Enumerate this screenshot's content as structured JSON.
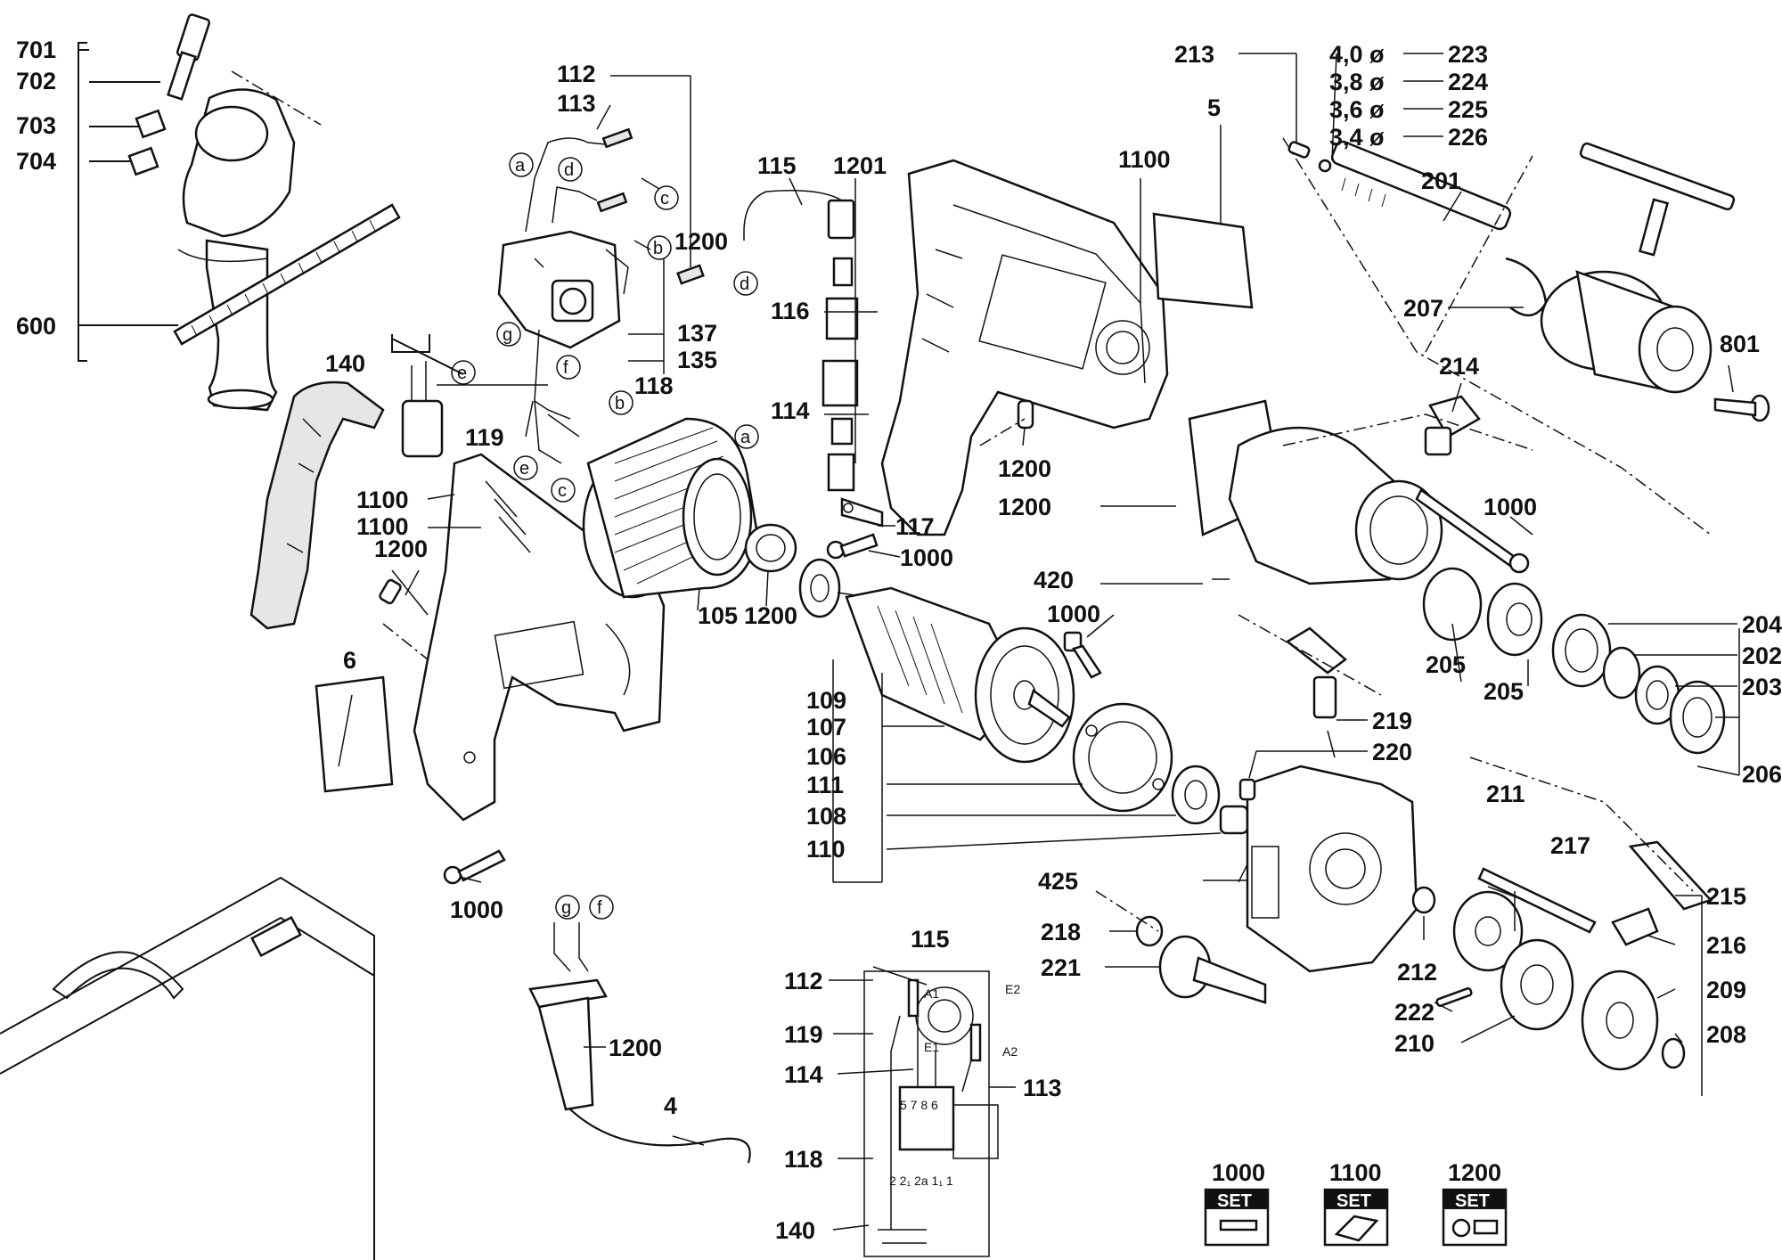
{
  "parts": {
    "p701": "701",
    "p702": "702",
    "p703": "703",
    "p704": "704",
    "p600": "600",
    "p112a": "112",
    "p113a": "113",
    "p1200a": "1200",
    "p137": "137",
    "p135": "135",
    "p118a": "118",
    "p140a": "140",
    "p119a": "119",
    "p1100a": "1100",
    "p1100b": "1100",
    "p1200b": "1200",
    "p6": "6",
    "p105": "105",
    "p1200c": "1200",
    "p1000a": "1000",
    "p115a": "115",
    "p1201": "1201",
    "p116": "116",
    "p114a": "114",
    "p117": "117",
    "p1000b": "1000",
    "p420": "420",
    "p1000c": "1000",
    "p109": "109",
    "p107": "107",
    "p106": "106",
    "p111": "111",
    "p108": "108",
    "p110": "110",
    "p425": "425",
    "p1100c": "1100",
    "p5": "5",
    "p1200d": "1200",
    "p1200e": "1200",
    "p213": "213",
    "p223": "223",
    "p224": "224",
    "p225": "225",
    "p226": "226",
    "p201": "201",
    "p207": "207",
    "p801": "801",
    "p214": "214",
    "p1000d": "1000",
    "p204": "204",
    "p202": "202",
    "p203": "203",
    "p206": "206",
    "p205a": "205",
    "p205b": "205",
    "p219": "219",
    "p220": "220",
    "p211": "211",
    "p217": "217",
    "p215": "215",
    "p216": "216",
    "p218": "218",
    "p221": "221",
    "p212": "212",
    "p222": "222",
    "p209": "209",
    "p210": "210",
    "p208": "208",
    "p1200f": "1200",
    "p4": "4",
    "w112": "112",
    "w119": "119",
    "w114": "114",
    "w118": "118",
    "w140": "140",
    "w115": "115",
    "w113": "113",
    "set1000": "1000",
    "set1100": "1100",
    "set1200": "1200"
  },
  "sizes": {
    "s40": "4,0 ø",
    "s38": "3,8 ø",
    "s36": "3,6 ø",
    "s34": "3,4 ø"
  },
  "wire_letters": {
    "a1": "a",
    "d1": "d",
    "c1": "c",
    "b1": "b",
    "g1": "g",
    "f1": "f",
    "e1": "e",
    "b2": "b",
    "e2": "e",
    "c2": "c",
    "d2": "d",
    "a2": "a",
    "g2": "g",
    "f2": "f"
  },
  "schematic": {
    "A1": "A1",
    "E1": "E1",
    "E2": "E2",
    "A2": "A2",
    "t578": "5 7 8 6",
    "t22": "2 2₁ 2a 1₁ 1"
  },
  "set_word": "SET"
}
